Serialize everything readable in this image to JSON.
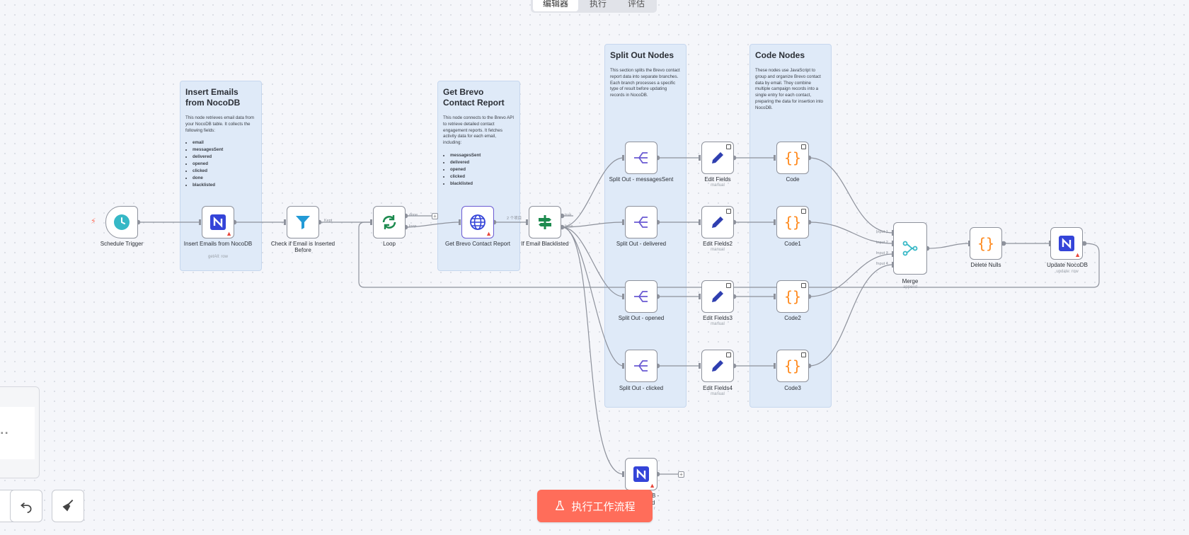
{
  "tabs": [
    "编辑器",
    "执行",
    "评估"
  ],
  "notes": {
    "insert": {
      "title": "Insert Emails from NocoDB",
      "body": "This node retrieves email data from your NocoDB table. It collects the following fields:",
      "fields": [
        "email",
        "messagesSent",
        "delivered",
        "opened",
        "clicked",
        "done",
        "blacklisted"
      ]
    },
    "brevo": {
      "title": "Get Brevo Contact Report",
      "body": "This node connects to the Brevo API to retrieve detailed contact engagement reports. It fetches activity data for each email, including:",
      "fields": [
        "messagesSent",
        "delivered",
        "opened",
        "clicked",
        "blacklisted"
      ]
    },
    "split": {
      "title": "Split Out Nodes",
      "body": "This section splits the Brevo contact report data into separate branches. Each branch processes a specific type of result before updating records in NocoDB."
    },
    "code": {
      "title": "Code Nodes",
      "body": "These nodes use JavaScript to group and organize Brevo contact data by email. They combine multiple campaign records into a single entry for each contact, preparing the data for insertion into NocoDB."
    }
  },
  "nodes": {
    "schedule": {
      "label": "Schedule Trigger"
    },
    "insert": {
      "label": "Insert Emails from NocoDB",
      "sub": "getAll: row"
    },
    "check": {
      "label": "Check if Email is Inserted Before"
    },
    "loop": {
      "label": "Loop"
    },
    "brevo": {
      "label": "Get Brevo Contact Report"
    },
    "ifbl": {
      "label": "If Email Blacklisted"
    },
    "s1": {
      "label": "Split Out - messagesSent"
    },
    "s2": {
      "label": "Split Out - delivered"
    },
    "s3": {
      "label": "Split Out - opened"
    },
    "s4": {
      "label": "Split Out - clicked"
    },
    "e1": {
      "label": "Edit Fields",
      "sub": "manual"
    },
    "e2": {
      "label": "Edit Fields2",
      "sub": "manual"
    },
    "e3": {
      "label": "Edit Fields3",
      "sub": "manual"
    },
    "e4": {
      "label": "Edit Fields4",
      "sub": "manual"
    },
    "c1": {
      "label": "Code"
    },
    "c2": {
      "label": "Code1"
    },
    "c3": {
      "label": "Code2"
    },
    "c4": {
      "label": "Code3"
    },
    "merge": {
      "label": "Merge",
      "sub": "append"
    },
    "nulls": {
      "label": "Delete Nulls"
    },
    "update": {
      "label": "Update NocoDB",
      "sub": "update: row"
    },
    "noco_bottom": {
      "label": "oDB -",
      "label2": "ed",
      "sub": "r"
    }
  },
  "edge_labels": {
    "kept": "Kept",
    "done": "done",
    "loop": "loop",
    "items": "2 个项目",
    "true": "true",
    "false": "false",
    "input1": "Input 1",
    "input2": "Input 2",
    "input3": "Input 3",
    "input4": "Input 4"
  },
  "run_button": "执行工作流程",
  "colors": {
    "note_bg": "#dfeaf8",
    "run_button": "#ff6d5a",
    "nocodb": "#3444d8",
    "filter": "#229ad6",
    "loop": "#1c8a4e",
    "code": "#ff8a1e",
    "split": "#6a5ad2",
    "edit": "#2f3fb0",
    "warning": "#e8463a",
    "trigger": "#36b8c6"
  },
  "icons": {
    "schedule": "clock-icon",
    "nocodb": "nocodb-icon",
    "filter": "filter-icon",
    "loop": "loop-icon",
    "http": "globe-icon",
    "if": "signpost-icon",
    "split": "split-out-icon",
    "edit": "pencil-icon",
    "code": "code-braces-icon",
    "merge": "merge-icon",
    "undo": "undo-icon",
    "clear": "broom-icon",
    "flask": "flask-icon"
  }
}
